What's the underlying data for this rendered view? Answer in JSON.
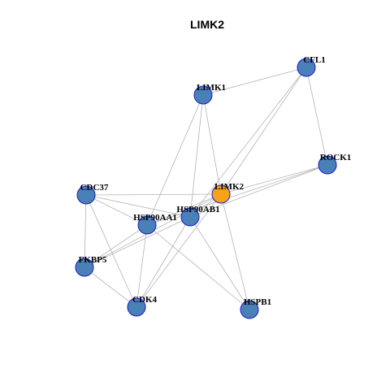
{
  "title": "LIMK2",
  "colors": {
    "center_node": "#f5a319",
    "neighbor_node": "#4a80b8",
    "node_border": "#1a1acc",
    "edge": "#b4b4b4"
  },
  "nodes": [
    {
      "id": "LIMK2",
      "label": "LIMK2",
      "center": true
    },
    {
      "id": "CFL1",
      "label": "CFL1",
      "center": false
    },
    {
      "id": "LIMK1",
      "label": "LIMK1",
      "center": false
    },
    {
      "id": "ROCK1",
      "label": "ROCK1",
      "center": false
    },
    {
      "id": "CDC37",
      "label": "CDC37",
      "center": false
    },
    {
      "id": "HSP90AB1",
      "label": "HSP90AB1",
      "center": false
    },
    {
      "id": "HSP90AA1",
      "label": "HSP90AA1",
      "center": false
    },
    {
      "id": "FKBP5",
      "label": "FKBP5",
      "center": false
    },
    {
      "id": "CDK4",
      "label": "CDK4",
      "center": false
    },
    {
      "id": "HSPB1",
      "label": "HSPB1",
      "center": false
    }
  ],
  "edges": [
    [
      "LIMK2",
      "CFL1"
    ],
    [
      "LIMK2",
      "LIMK1"
    ],
    [
      "LIMK2",
      "ROCK1"
    ],
    [
      "LIMK2",
      "CDC37"
    ],
    [
      "LIMK2",
      "HSP90AB1"
    ],
    [
      "LIMK2",
      "HSP90AA1"
    ],
    [
      "LIMK2",
      "FKBP5"
    ],
    [
      "LIMK2",
      "CDK4"
    ],
    [
      "LIMK2",
      "HSPB1"
    ],
    [
      "CFL1",
      "LIMK1"
    ],
    [
      "CFL1",
      "ROCK1"
    ],
    [
      "CFL1",
      "HSP90AB1"
    ],
    [
      "LIMK1",
      "HSP90AB1"
    ],
    [
      "LIMK1",
      "HSP90AA1"
    ],
    [
      "ROCK1",
      "HSP90AA1"
    ],
    [
      "ROCK1",
      "HSP90AB1"
    ],
    [
      "CDC37",
      "HSP90AB1"
    ],
    [
      "CDC37",
      "HSP90AA1"
    ],
    [
      "CDC37",
      "FKBP5"
    ],
    [
      "CDC37",
      "CDK4"
    ],
    [
      "HSP90AB1",
      "FKBP5"
    ],
    [
      "HSP90AB1",
      "CDK4"
    ],
    [
      "HSP90AB1",
      "HSPB1"
    ],
    [
      "HSP90AA1",
      "FKBP5"
    ],
    [
      "HSP90AA1",
      "CDK4"
    ],
    [
      "HSP90AA1",
      "HSPB1"
    ],
    [
      "FKBP5",
      "CDK4"
    ]
  ]
}
